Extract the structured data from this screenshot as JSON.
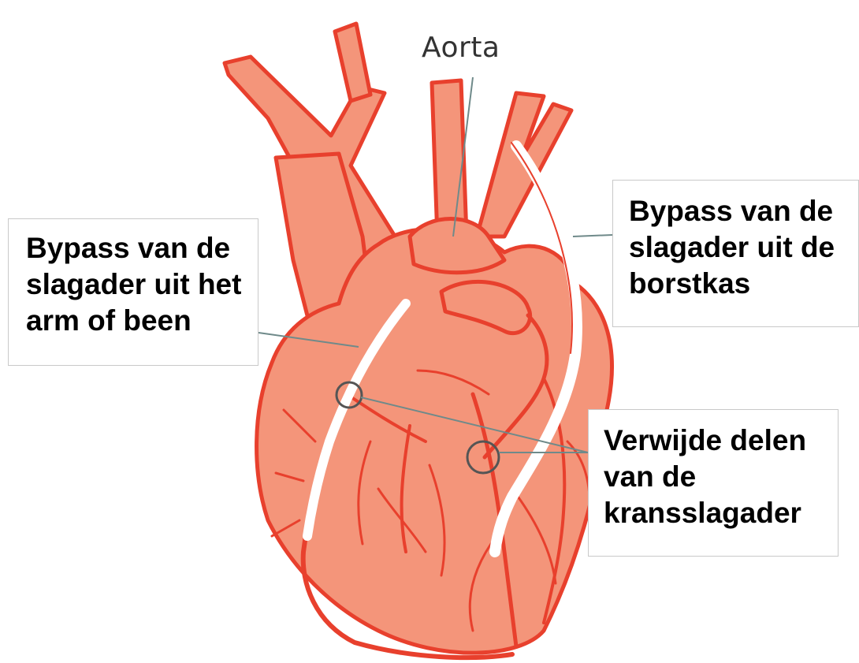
{
  "diagram": {
    "aorta_label": "Aorta",
    "labels": {
      "left": [
        "Bypass van de",
        "slagader uit het",
        "arm of been"
      ],
      "right": [
        "Bypass van de",
        "slagader uit de",
        "borstkas"
      ],
      "lower": [
        "Verwijde delen",
        "van de",
        "kransslagader"
      ]
    },
    "colors": {
      "heart_fill": "#f4957a",
      "artery": "#e8402d",
      "outline": "#e8402d",
      "graft": "#ffffff",
      "leader_line": "#6f8a8a",
      "circle_marker": "#555555"
    }
  }
}
